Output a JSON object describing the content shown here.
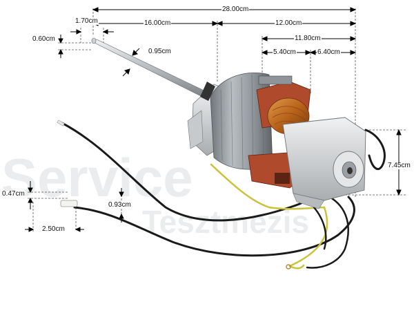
{
  "dimensions": {
    "total_length": "28.00cm",
    "shaft_length": "16.00cm",
    "body_length": "12.00cm",
    "shaft_tip": "1.70cm",
    "shaft_tip_diameter": "0.60cm",
    "shaft_diameter": "0.95cm",
    "body_inner_length": "11.80cm",
    "body_front_part": "5.40cm",
    "body_rear_part": "6.40cm",
    "body_height": "7.45cm",
    "wire_connector_width": "0.47cm",
    "wire_diameter": "0.93cm",
    "wire_connector_length": "2.50cm"
  },
  "watermark": {
    "line1": "Service",
    "line2": "Tesztmezis"
  },
  "colors": {
    "dimension_line": "#000000",
    "copper": "#c46a1c",
    "bracket": "#b04a2c",
    "stator": "#9aa0a6",
    "housing": "#d8dadc",
    "wire_black": "#1a1a1a",
    "wire_yellow": "#c9c23a"
  }
}
